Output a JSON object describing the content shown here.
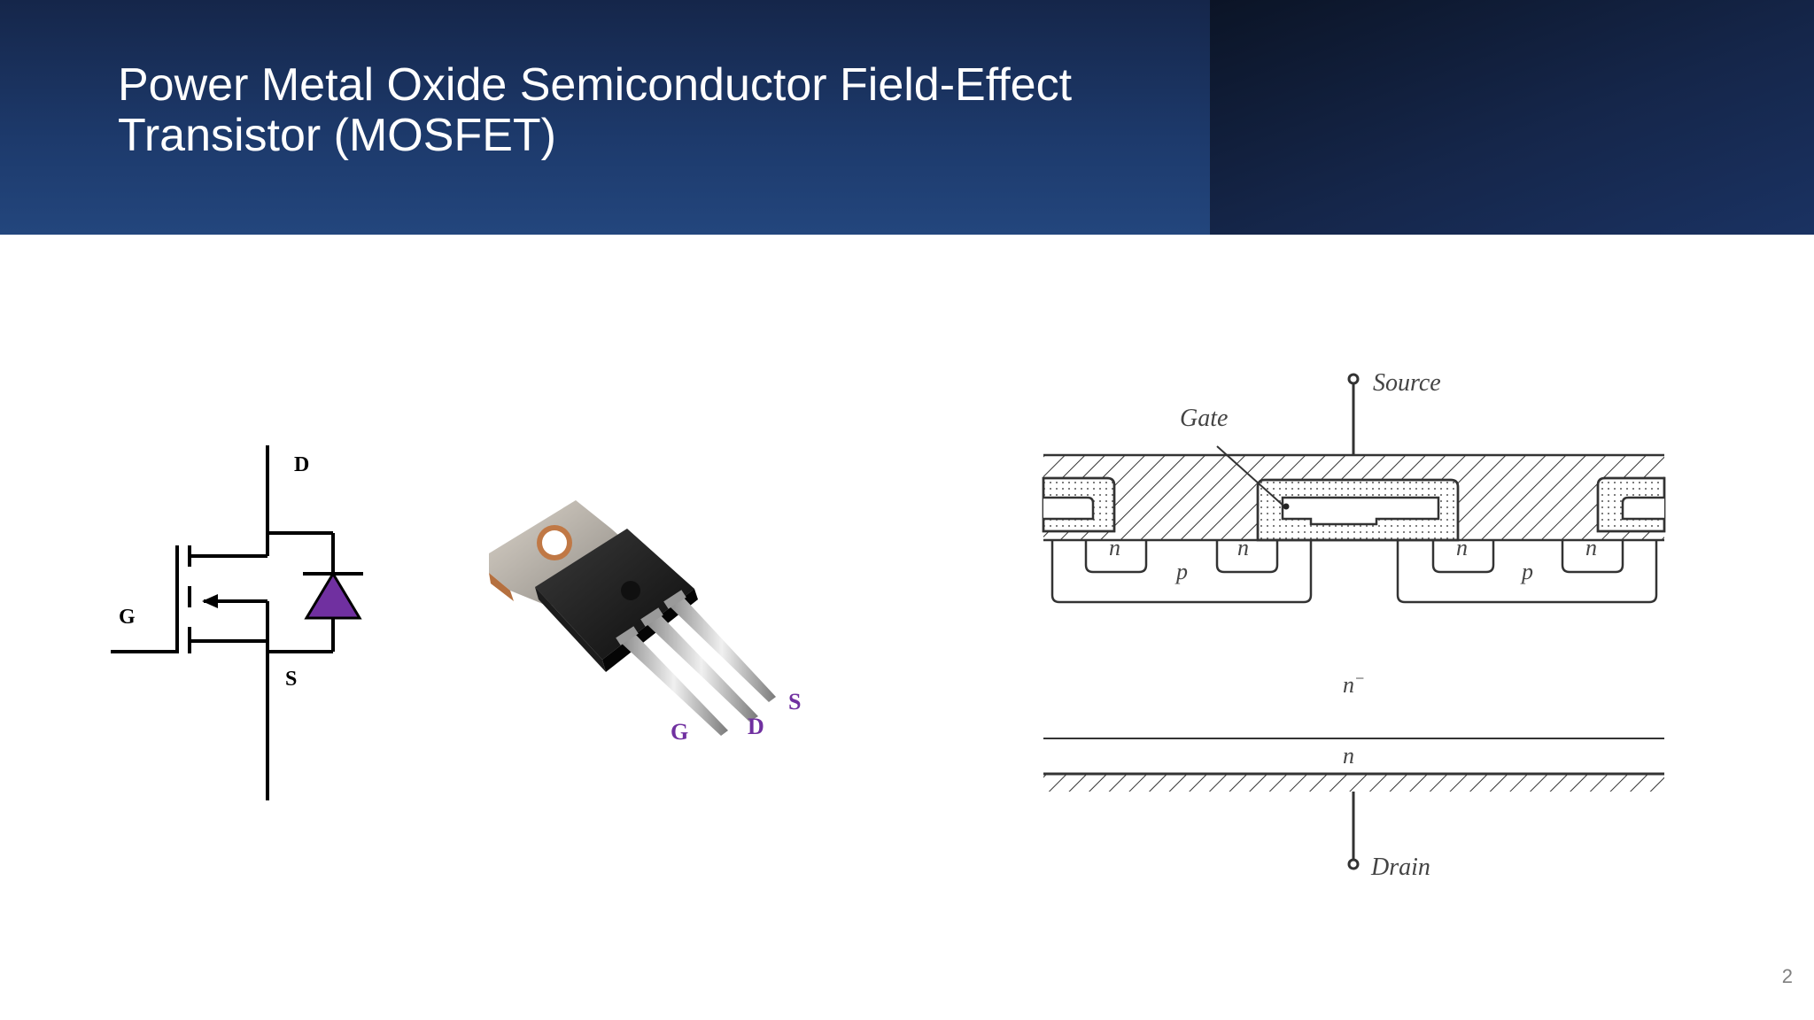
{
  "slide": {
    "title_line1": "Power Metal Oxide Semiconductor Field-Effect",
    "title_line2": "Transistor (MOSFET)",
    "page_number": "2"
  },
  "symbol": {
    "drain_label": "D",
    "gate_label": "G",
    "source_label": "S",
    "diode_color": "#7030a0"
  },
  "package": {
    "gate_label": "G",
    "drain_label": "D",
    "source_label": "S",
    "label_color": "#7030a0"
  },
  "cross_section": {
    "source_label": "Source",
    "gate_label": "Gate",
    "drain_label": "Drain",
    "n_region_labels": [
      "n",
      "n",
      "n",
      "n"
    ],
    "p_region_labels": [
      "p",
      "p"
    ],
    "drift_label": "n",
    "drift_superscript": "−",
    "substrate_label": "n"
  }
}
